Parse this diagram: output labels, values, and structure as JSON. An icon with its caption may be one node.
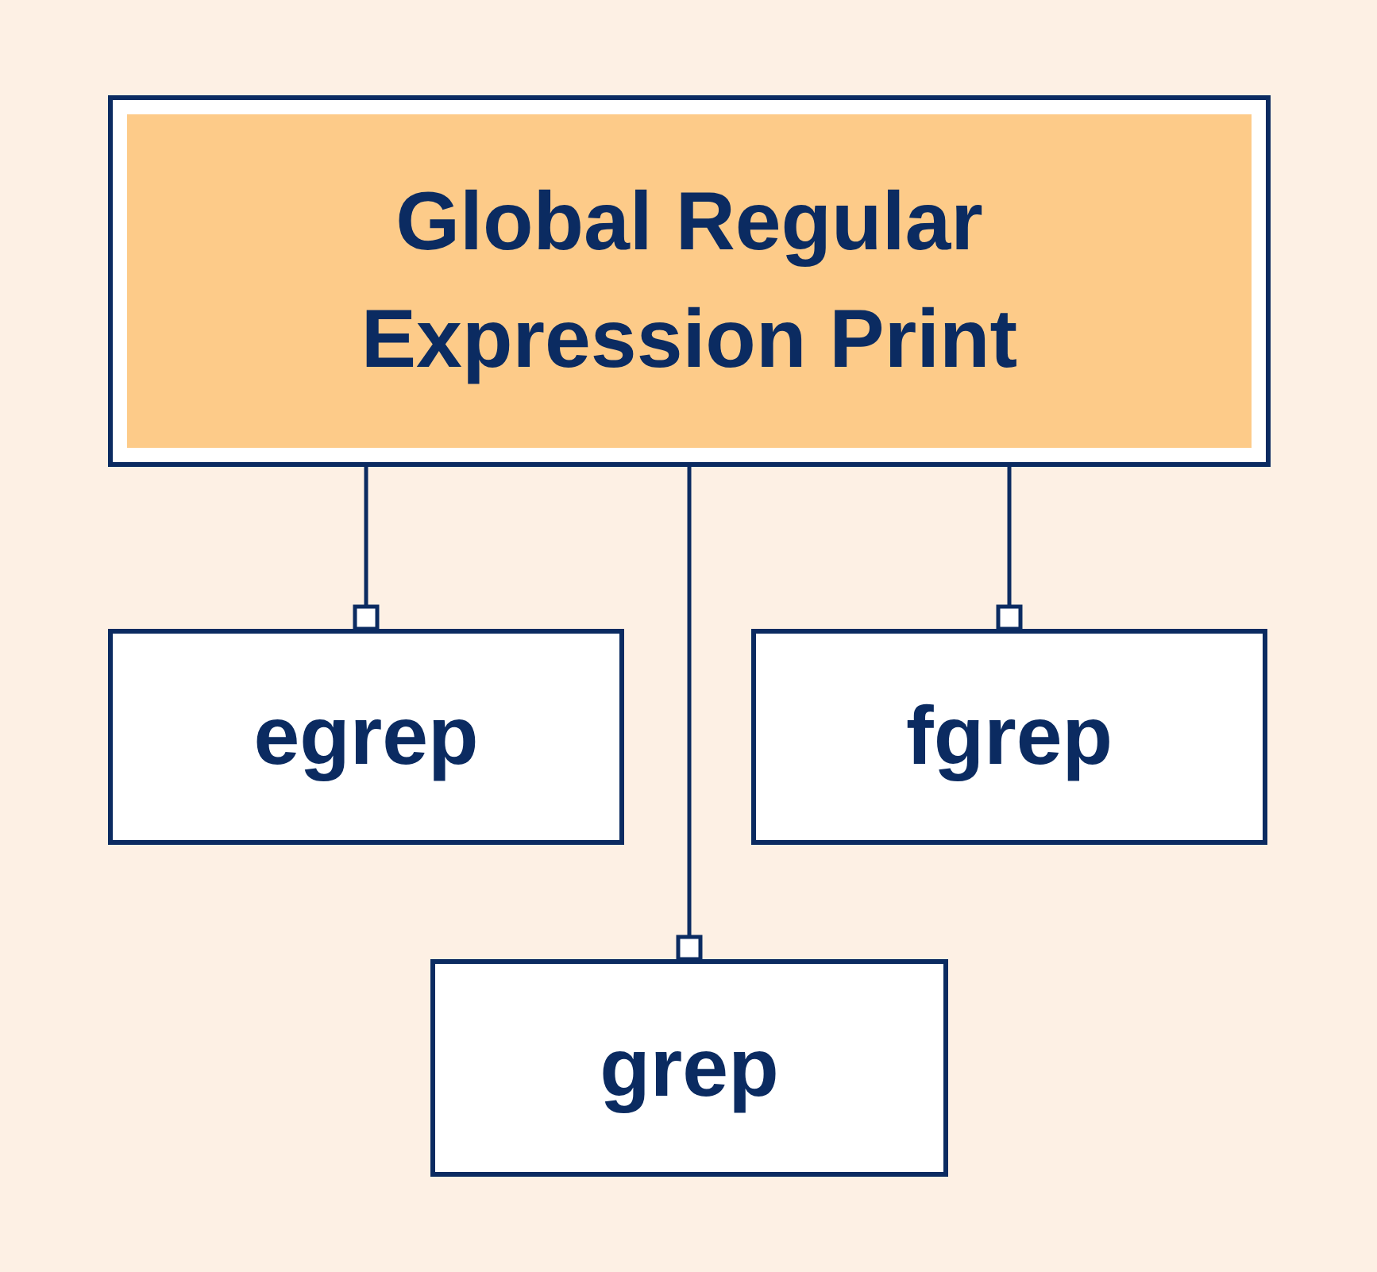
{
  "diagram": {
    "nodes": [
      {
        "text": [
          "Global Regular Expression Print"
        ]
      },
      {
        "text": [
          "egrep"
        ]
      },
      {
        "text": [
          "fgrep"
        ]
      },
      {
        "text": [
          "grep"
        ]
      }
    ],
    "edges": [
      {
        "from": 0,
        "to": 1,
        "arrow": "other"
      },
      {
        "from": 0,
        "to": 3,
        "arrow": "other"
      },
      {
        "from": 0,
        "to": 2,
        "arrow": "other"
      }
    ]
  }
}
